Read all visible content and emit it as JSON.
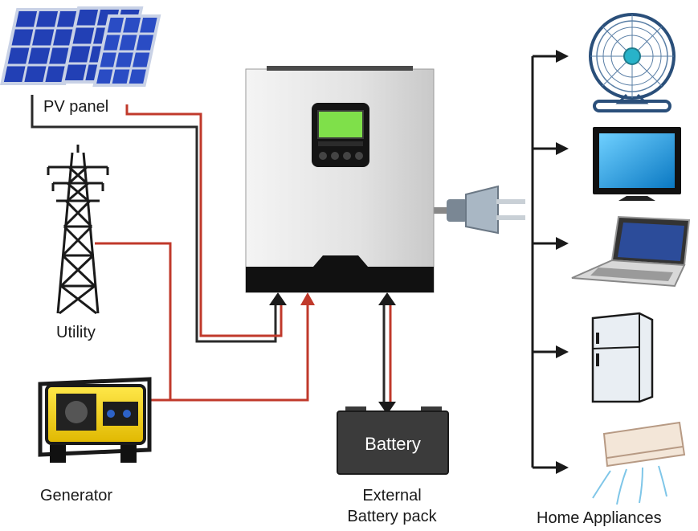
{
  "labels": {
    "pv_panel": "PV panel",
    "utility": "Utility",
    "generator": "Generator",
    "battery": "Battery",
    "external_line1": "External",
    "external_line2": "Battery pack",
    "home_appliances": "Home Appliances"
  },
  "colors": {
    "dark_wire": "#2a2a2a",
    "red_wire": "#c0392b",
    "inverter_body": "#dcdcdc",
    "inverter_base": "#111111",
    "lcd_screen": "#7fe04a",
    "panel_blue": "#1f3fa8",
    "generator_yellow": "#f2d21b",
    "screen_blue": "#1aa0e0"
  },
  "icons": [
    "solar-panel-icon",
    "power-tower-icon",
    "generator-icon",
    "inverter-icon",
    "plug-icon",
    "battery-icon",
    "fan-icon",
    "tv-icon",
    "laptop-icon",
    "fridge-icon",
    "air-conditioner-icon"
  ]
}
